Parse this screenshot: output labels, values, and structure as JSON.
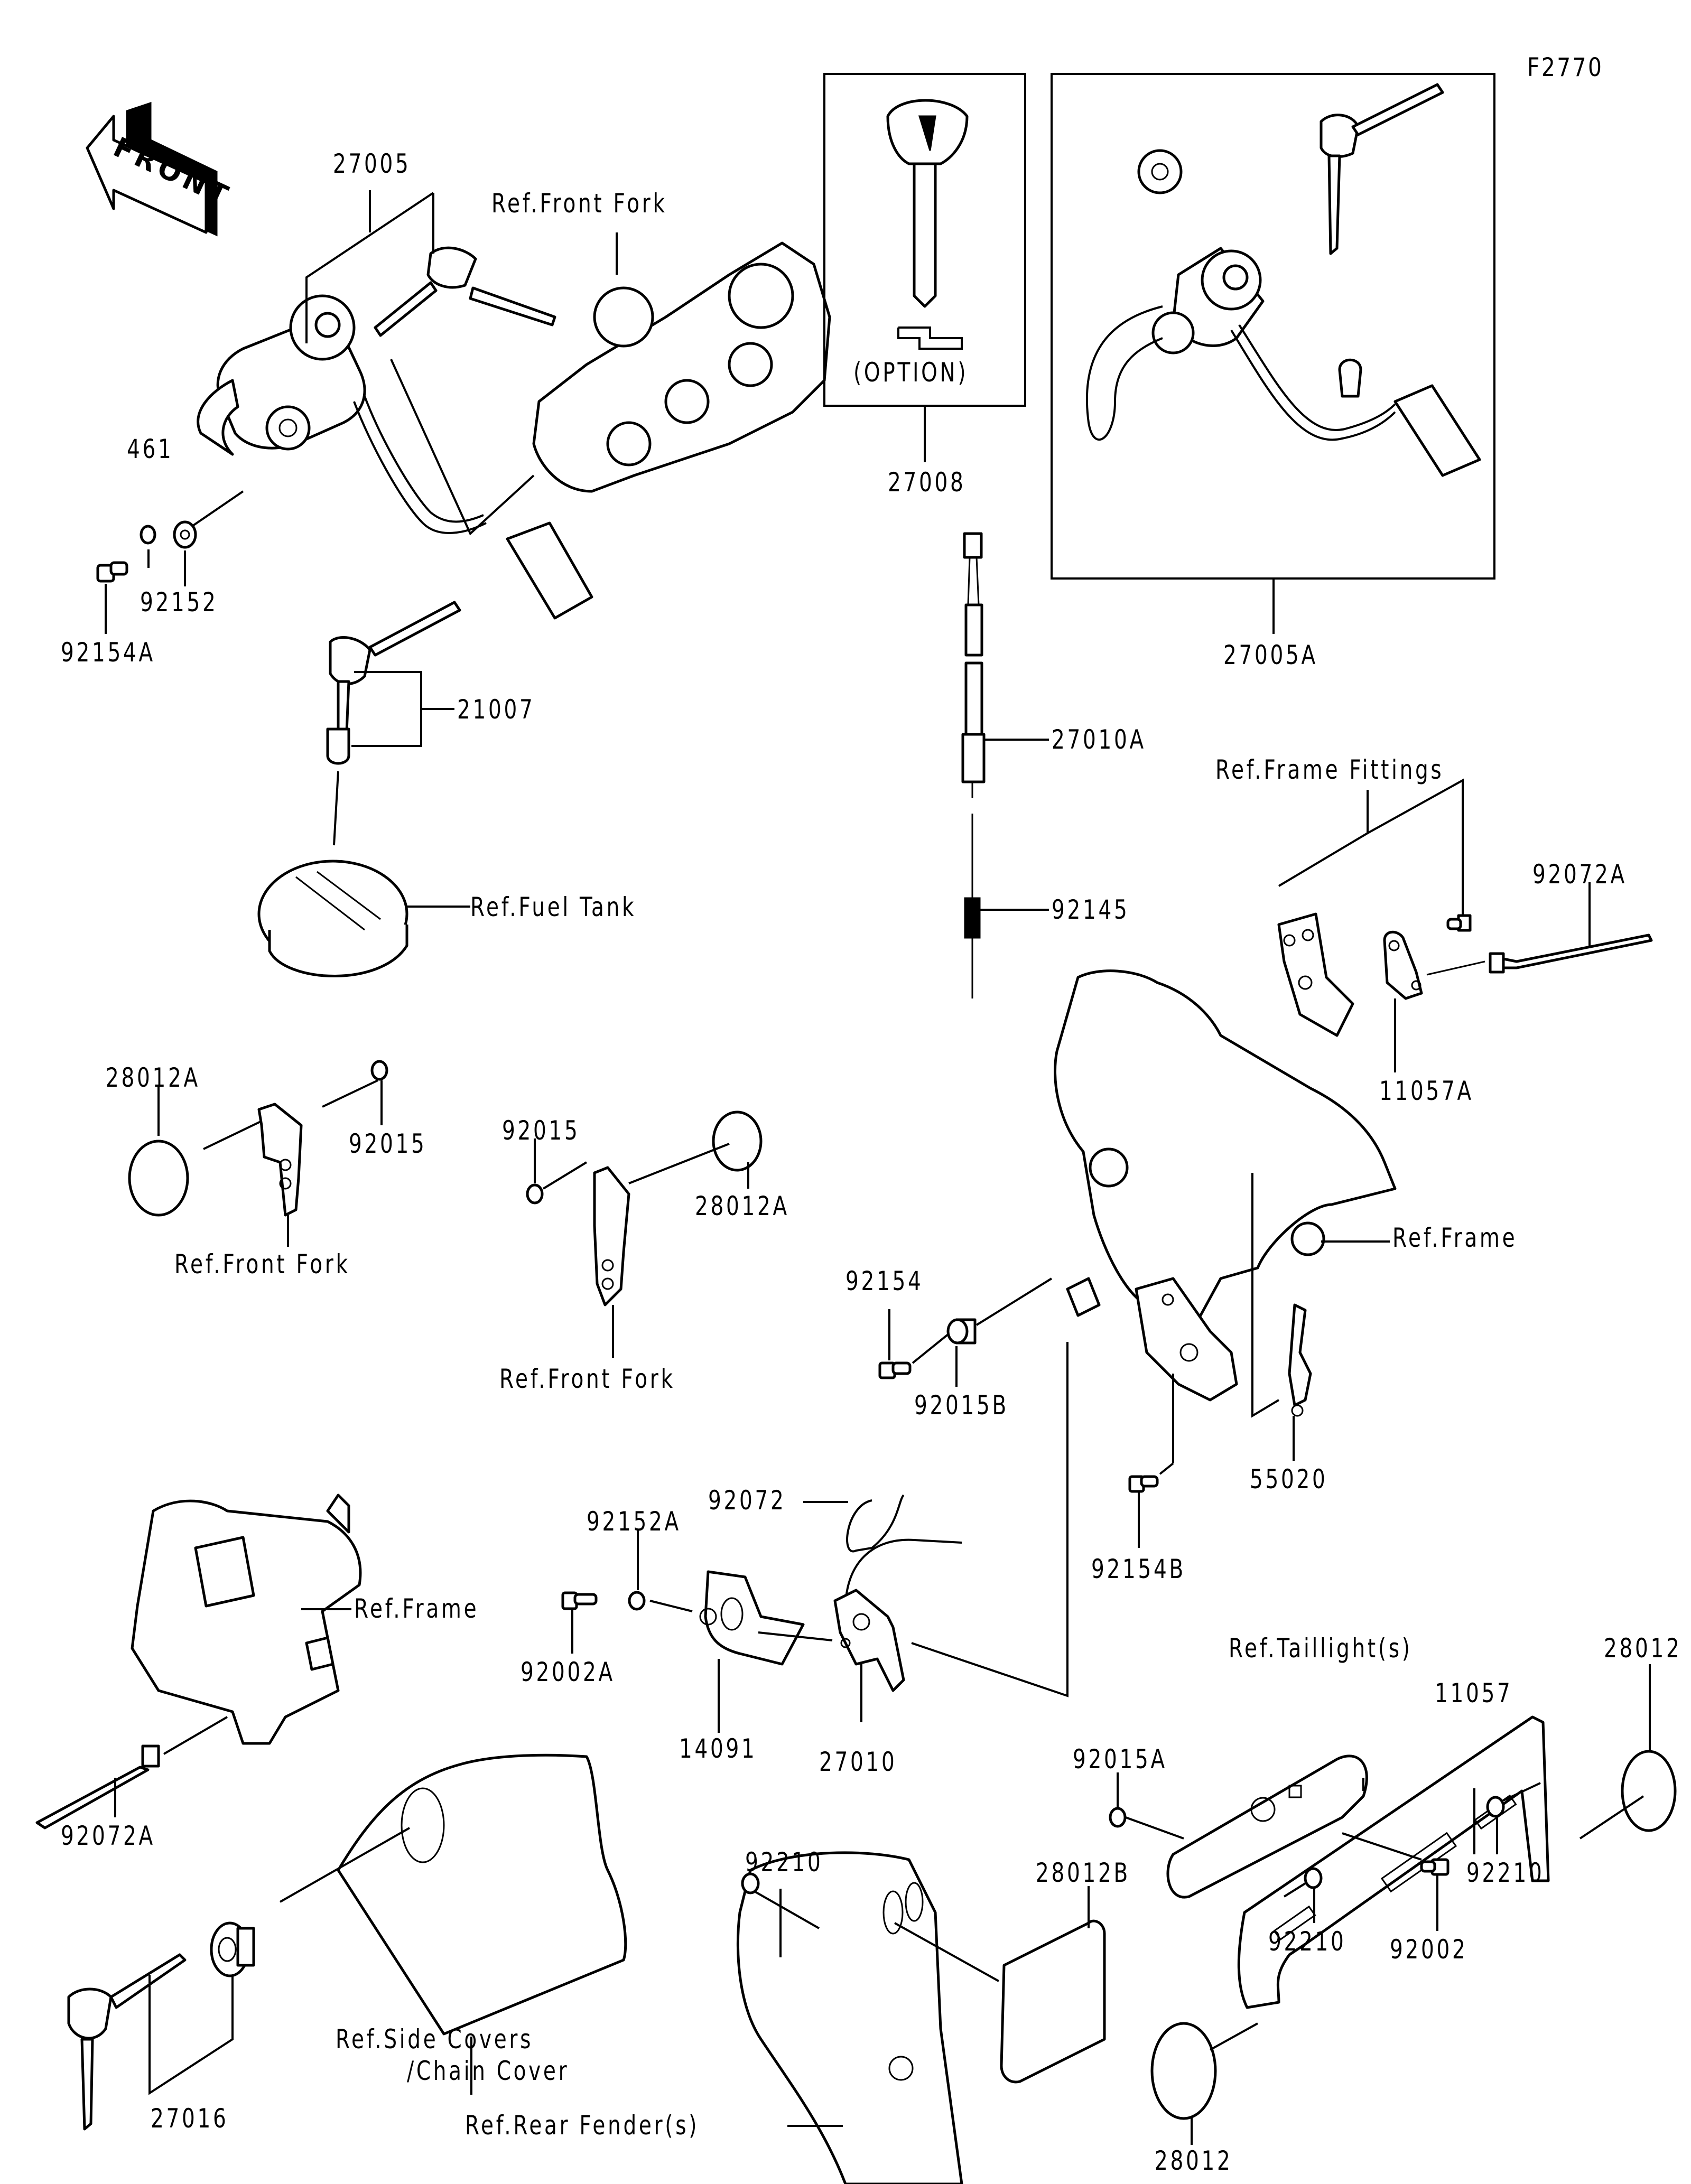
{
  "figure_id": "F2770",
  "front_arrow": "FRONT",
  "option_note": "(OPTION)",
  "labels": {
    "p27005": "27005",
    "ref_front_fork_top": "Ref.Front Fork",
    "p461": "461",
    "p92152": "92152",
    "p92154A": "92154A",
    "p21007": "21007",
    "ref_fuel_tank": "Ref.Fuel Tank",
    "p27008": "27008",
    "p27005A": "27005A",
    "p27010A": "27010A",
    "p92145": "92145",
    "ref_frame_fittings": "Ref.Frame Fittings",
    "p92072A_top": "92072A",
    "p11057A": "11057A",
    "p28012A_left": "28012A",
    "p92015_left": "92015",
    "ref_front_fork_left": "Ref.Front Fork",
    "p92015_mid": "92015",
    "p28012A_mid": "28012A",
    "ref_front_fork_mid": "Ref.Front Fork",
    "ref_frame_right": "Ref.Frame",
    "p92154": "92154",
    "p92015B": "92015B",
    "p55020": "55020",
    "p92072": "92072",
    "p92152A": "92152A",
    "p92154B": "92154B",
    "ref_frame_left": "Ref.Frame",
    "p92002A": "92002A",
    "p14091": "14091",
    "p27010": "27010",
    "ref_taillights": "Ref.Taillight(s)",
    "p28012_top": "28012",
    "p11057": "11057",
    "p92015A": "92015A",
    "p92210_right": "92210",
    "p92002": "92002",
    "p92210_mid": "92210",
    "p28012_bottom": "28012",
    "p92072A_bottom": "92072A",
    "p92210_left": "92210",
    "p28012B": "28012B",
    "ref_side_covers_1": "Ref.Side Covers",
    "ref_side_covers_2": "/Chain Cover",
    "p27016": "27016",
    "ref_rear_fender": "Ref.Rear Fender(s)"
  }
}
